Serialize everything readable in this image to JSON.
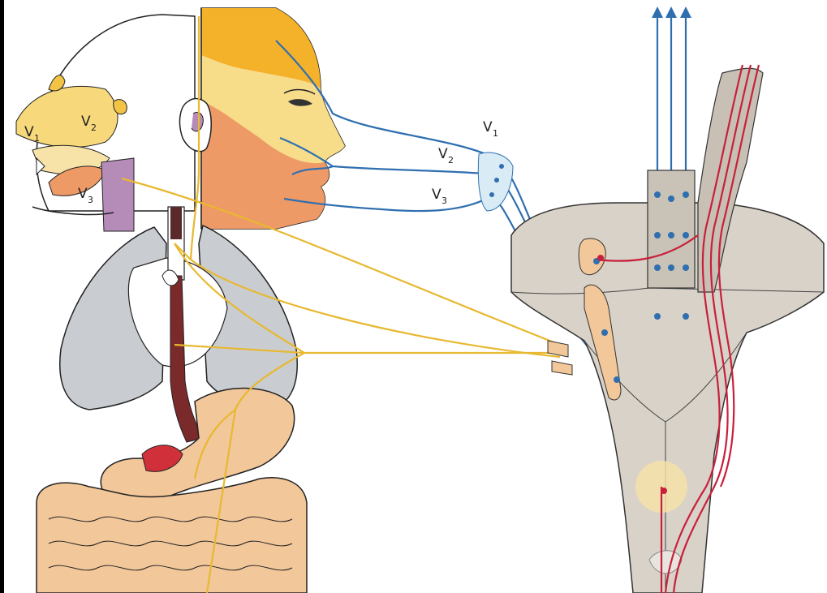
{
  "labels": {
    "head_v1": "V",
    "head_v1_sub": "1",
    "head_v2": "V",
    "head_v2_sub": "2",
    "head_v3": "V",
    "head_v3_sub": "3",
    "ganglion_v1": "V",
    "ganglion_v1_sub": "1",
    "ganglion_v2": "V",
    "ganglion_v2_sub": "2",
    "ganglion_v3": "V",
    "ganglion_v3_sub": "3"
  },
  "colors": {
    "background": "#000000",
    "panel": "#ffffff",
    "trigeminal_nerve": "#2f6fb0",
    "vagal_nerve": "#e8b830",
    "motor_tract": "#c8203c",
    "face_v1": "#f4b12a",
    "face_v2": "#f7dd8a",
    "face_v3": "#ee9a66",
    "brainstem": "#d8d2c8",
    "lung": "#c9cdd2",
    "stomach": "#f2c79a",
    "mucosa_purple": "#b58bb8",
    "esophagus": "#7a2a2a"
  }
}
